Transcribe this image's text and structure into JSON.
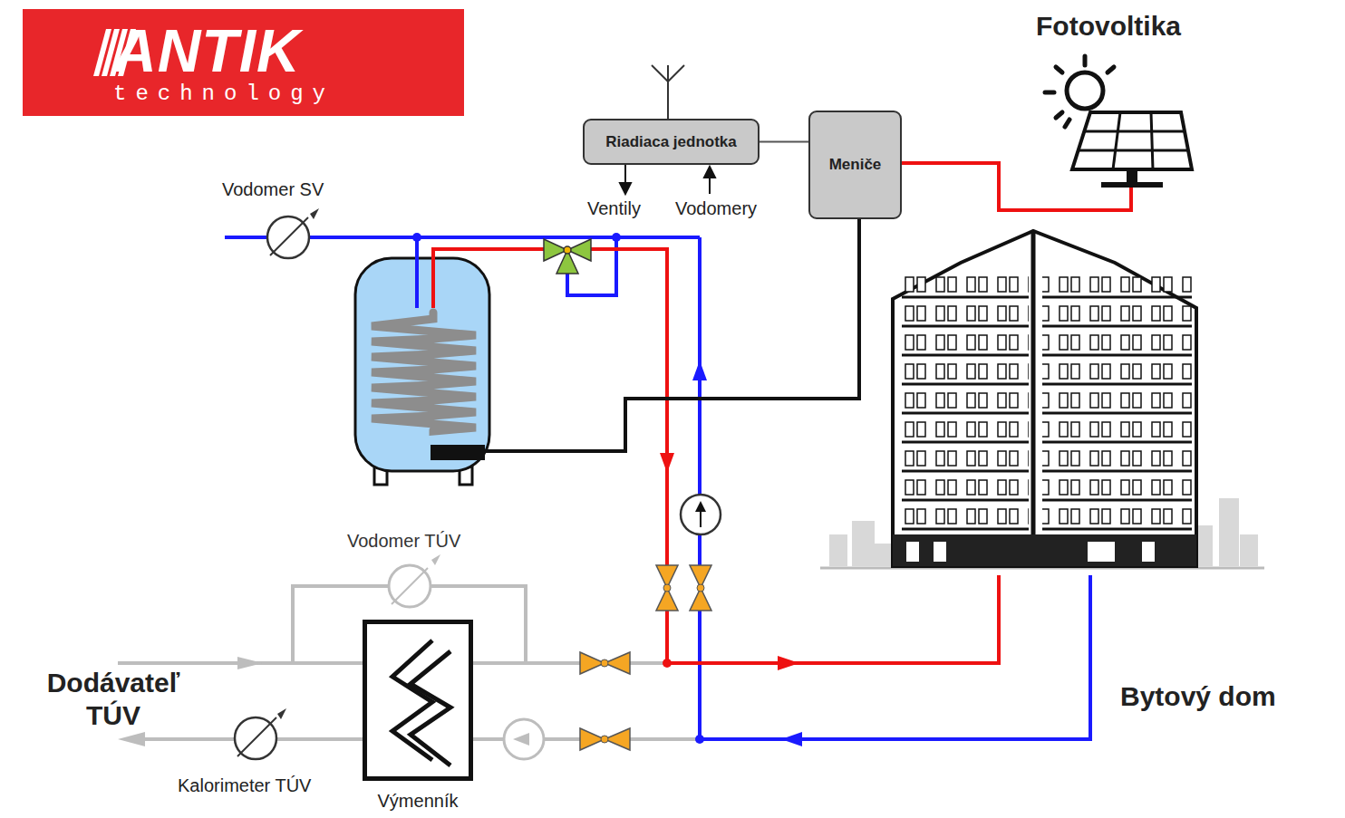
{
  "diagram": {
    "nodes": [
      {
        "text": [
          "ANTIK",
          "technology"
        ]
      },
      {
        "text": [
          "Riadiaca jednotka"
        ]
      },
      {
        "text": [
          "Meniče"
        ]
      },
      {
        "text": [
          "Fotovoltika"
        ]
      },
      {
        "text": [
          "Výmenník"
        ]
      }
    ],
    "edges": [
      {
        "from": 1,
        "to": 2,
        "arrow": "none"
      },
      {
        "from": 2,
        "to": 3,
        "arrow": "none"
      }
    ],
    "labels": [
      "Vodomer SV",
      "Ventily",
      "Vodomery",
      "Vodomer TÚV",
      "Dodávateľ TÚV",
      "Kalorimeter TÚV",
      "Bytový dom"
    ]
  }
}
